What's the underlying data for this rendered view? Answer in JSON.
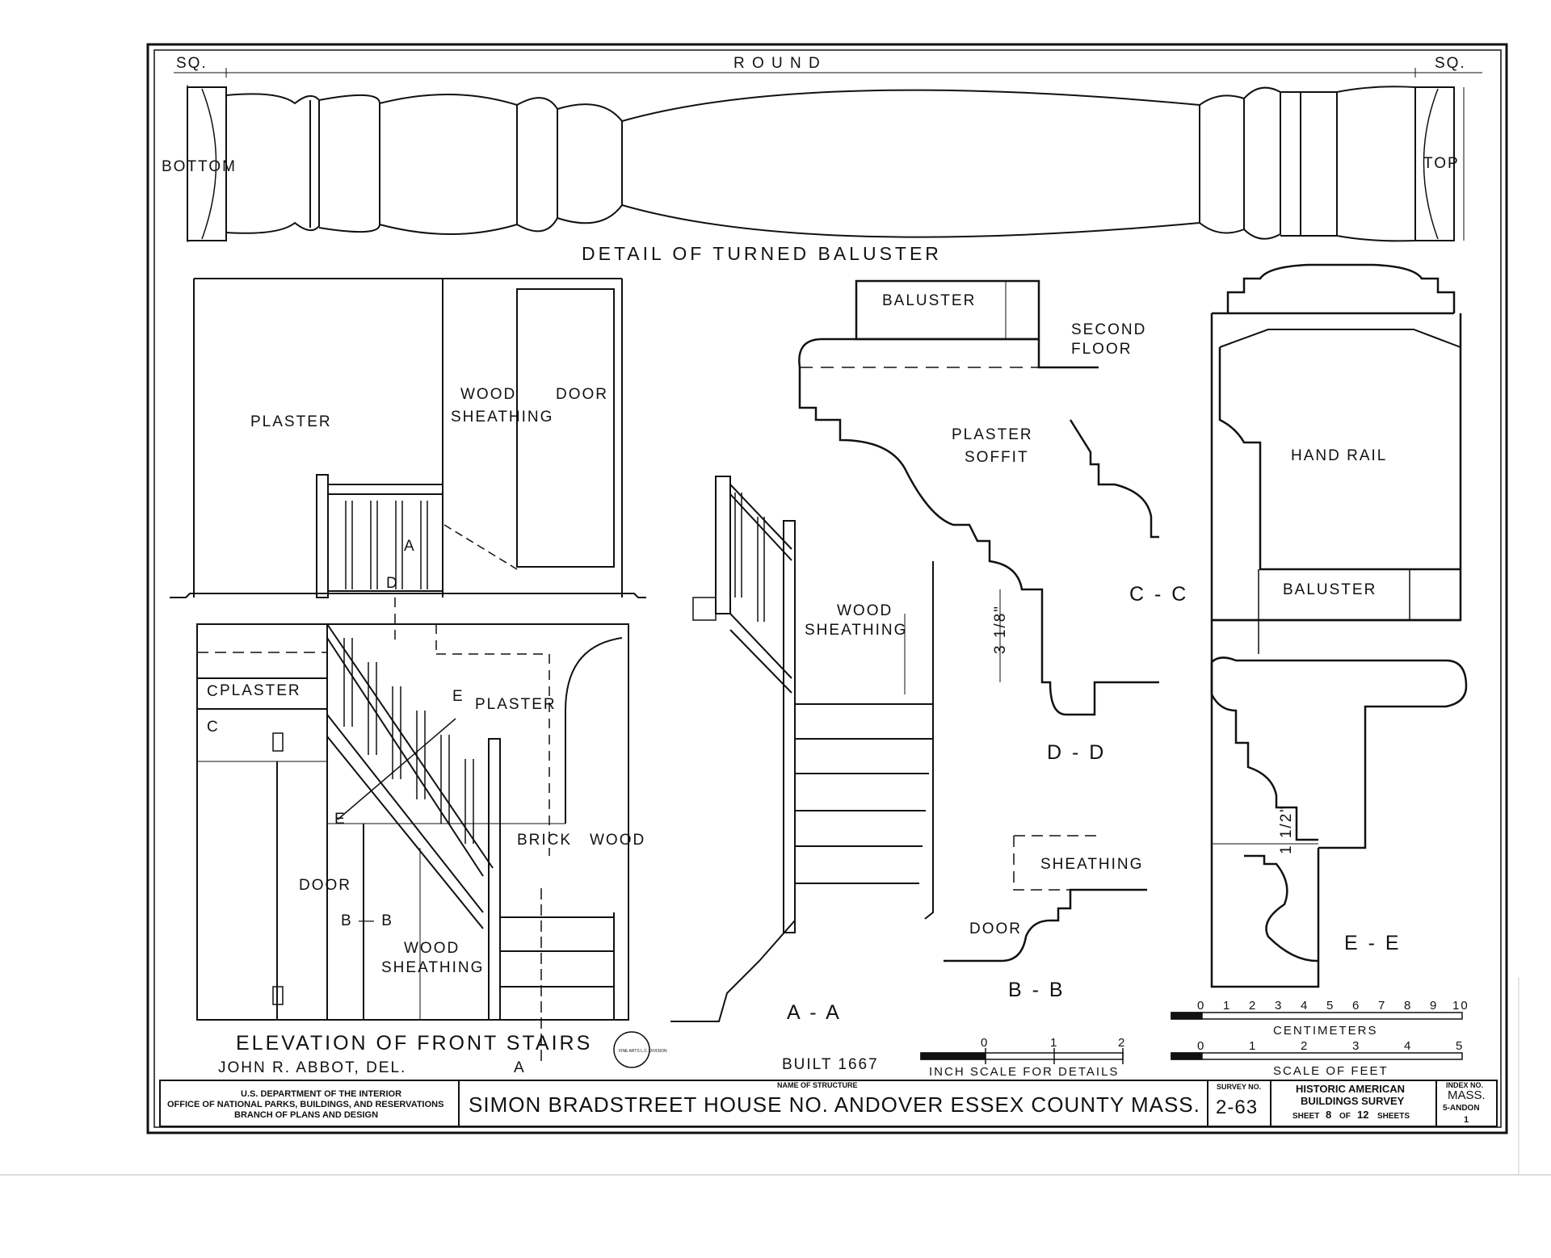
{
  "baluster_detail": {
    "title": "DETAIL OF TURNED BALUSTER",
    "label_sq_left": "SQ.",
    "label_round": "R O U N D",
    "label_sq_right": "SQ.",
    "label_bottom": "BOTTOM",
    "label_top": "TOP"
  },
  "elevation": {
    "title": "ELEVATION OF FRONT STAIRS",
    "delineator": "JOHN R. ABBOT, DEL.",
    "labels": {
      "plaster_upper": "PLASTER",
      "wood_sheathing_upper_1": "WOOD",
      "wood_sheathing_upper_2": "SHEATHING",
      "door_upper": "DOOR",
      "plaster_left": "PLASTER",
      "plaster_right": "PLASTER",
      "brick": "BRICK",
      "wood": "WOOD",
      "door_lower": "DOOR",
      "bb": "B — B",
      "wood_sheathing_lower_1": "WOOD",
      "wood_sheathing_lower_2": "SHEATHING",
      "a_mark": "A",
      "d_mark": "D",
      "c_mark_1": "C",
      "c_mark_2": "C",
      "e_mark_1": "E",
      "e_mark_2": "E",
      "a_bottom": "A"
    }
  },
  "section_aa": {
    "title": "A - A",
    "wood_1": "WOOD",
    "wood_2": "SHEATHING"
  },
  "section_dd": {
    "title": "D - D",
    "baluster": "BALUSTER",
    "second_1": "SECOND",
    "second_2": "FLOOR",
    "dim": "3 1/8\""
  },
  "section_cc": {
    "title": "C - C",
    "plaster_1": "PLASTER",
    "plaster_2": "SOFFIT"
  },
  "section_bb": {
    "title": "B - B",
    "sheathing": "SHEATHING",
    "door": "DOOR"
  },
  "section_ee": {
    "title": "E - E",
    "hand_rail": "HAND RAIL",
    "baluster": "BALUSTER",
    "dim": "1 1/2\""
  },
  "scales": {
    "built": "BUILT 1667",
    "inch_scale": "INCH SCALE FOR DETAILS",
    "inch_ticks": [
      "0",
      "1",
      "2"
    ],
    "cm_label": "CENTIMETERS",
    "cm_ticks": [
      "0",
      "1",
      "2",
      "3",
      "4",
      "5",
      "6",
      "7",
      "8",
      "9",
      "10"
    ],
    "feet_label": "SCALE OF FEET",
    "feet_ticks": [
      "0",
      "1",
      "2",
      "3",
      "4",
      "5"
    ],
    "stamp": "FINE ARTS L.C. DIVISION"
  },
  "title_block": {
    "dept_1": "U.S. DEPARTMENT OF THE INTERIOR",
    "dept_2": "OFFICE OF NATIONAL PARKS, BUILDINGS, AND RESERVATIONS",
    "dept_3": "BRANCH OF PLANS AND DESIGN",
    "name_label": "NAME OF STRUCTURE",
    "structure_name": "SIMON BRADSTREET HOUSE NO. ANDOVER ESSEX COUNTY MASS.",
    "survey_label": "SURVEY NO.",
    "survey_no": "2-63",
    "habs_1": "HISTORIC AMERICAN",
    "habs_2": "BUILDINGS SURVEY",
    "sheet_word": "SHEET",
    "sheet_no": "8",
    "of_word": "OF",
    "sheet_total": "12",
    "sheets_word": "SHEETS",
    "index_label": "INDEX NO.",
    "index_1": "MASS.",
    "index_2": "5-ANDON",
    "index_3": "1"
  }
}
